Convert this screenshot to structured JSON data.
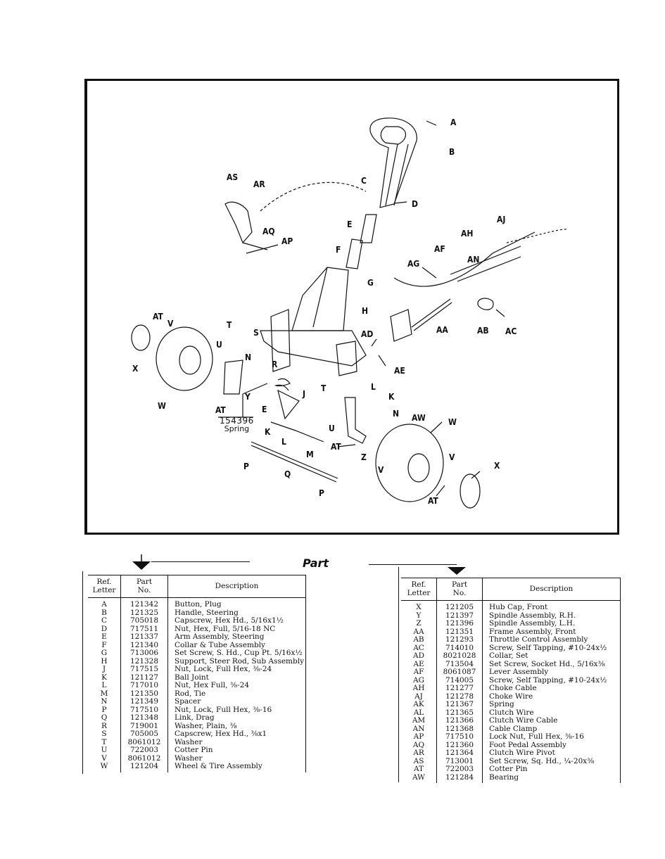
{
  "diagram": {
    "callouts": [
      "A",
      "B",
      "C",
      "D",
      "E",
      "F",
      "G",
      "H",
      "AS",
      "AR",
      "AQ",
      "AP",
      "AJ",
      "AH",
      "AF",
      "AG",
      "AN",
      "AA",
      "AB",
      "AC",
      "AD",
      "AE",
      "AT",
      "V",
      "T",
      "S",
      "U",
      "N",
      "R",
      "X",
      "W",
      "Y",
      "J",
      "E",
      "K",
      "L",
      "M",
      "Q",
      "P",
      "P",
      "Z",
      "AW",
      "W",
      "V",
      "X",
      "AT",
      "AT",
      "L",
      "K",
      "N",
      "T",
      "U",
      "AT",
      "V"
    ],
    "spring_callout": {
      "part_no": "154396",
      "label": "Spring"
    }
  },
  "part_heading": "Part",
  "tables": {
    "left": {
      "headers": {
        "ref": "Ref.\nLetter",
        "part_no": "Part\nNo.",
        "description": "Description"
      },
      "rows": [
        {
          "ref": "A",
          "part_no": "121342",
          "desc": "Button, Plug"
        },
        {
          "ref": "B",
          "part_no": "121325",
          "desc": "Handle, Steering"
        },
        {
          "ref": "C",
          "part_no": "705018",
          "desc": "Capscrew, Hex Hd., 5/16x1½"
        },
        {
          "ref": "D",
          "part_no": "717511",
          "desc": "Nut, Hex, Full, 5/16-18 NC"
        },
        {
          "ref": "E",
          "part_no": "121337",
          "desc": "Arm Assembly, Steering"
        },
        {
          "ref": "F",
          "part_no": "121340",
          "desc": "Collar & Tube Assembly"
        },
        {
          "ref": "G",
          "part_no": "713006",
          "desc": "Set Screw, S. Hd., Cup Pt. 5/16x½"
        },
        {
          "ref": "H",
          "part_no": "121328",
          "desc": "Support, Steer Rod, Sub Assembly"
        },
        {
          "ref": "J",
          "part_no": "717515",
          "desc": "Nut, Lock, Full Hex, ⅜-24"
        },
        {
          "ref": "K",
          "part_no": "121127",
          "desc": "Ball Joint"
        },
        {
          "ref": "L",
          "part_no": "717010",
          "desc": "Nut, Hex Full, ⅜-24"
        },
        {
          "ref": "M",
          "part_no": "121350",
          "desc": "Rod, Tie"
        },
        {
          "ref": "N",
          "part_no": "121349",
          "desc": "Spacer"
        },
        {
          "ref": "P",
          "part_no": "717510",
          "desc": "Nut, Lock, Full Hex, ⅜-16"
        },
        {
          "ref": "Q",
          "part_no": "121348",
          "desc": "Link, Drag"
        },
        {
          "ref": "R",
          "part_no": "719001",
          "desc": "Washer, Plain, ⅜"
        },
        {
          "ref": "S",
          "part_no": "705005",
          "desc": "Capscrew, Hex Hd., ⅜x1"
        },
        {
          "ref": "T",
          "part_no": "8061012",
          "desc": "Washer"
        },
        {
          "ref": "U",
          "part_no": "722003",
          "desc": "Cotter Pin"
        },
        {
          "ref": "V",
          "part_no": "8061012",
          "desc": "Washer"
        },
        {
          "ref": "W",
          "part_no": "121204",
          "desc": "Wheel & Tire Assembly"
        }
      ]
    },
    "right": {
      "headers": {
        "ref": "Ref.\nLetter",
        "part_no": "Part\nNo.",
        "description": "Description"
      },
      "rows": [
        {
          "ref": "X",
          "part_no": "121205",
          "desc": "Hub Cap, Front"
        },
        {
          "ref": "Y",
          "part_no": "121397",
          "desc": "Spindle Assembly, R.H."
        },
        {
          "ref": "Z",
          "part_no": "121396",
          "desc": "Spindle Assembly, L.H."
        },
        {
          "ref": "AA",
          "part_no": "121351",
          "desc": "Frame Assembly, Front"
        },
        {
          "ref": "AB",
          "part_no": "121293",
          "desc": "Throttle Control Assembly"
        },
        {
          "ref": "AC",
          "part_no": "714010",
          "desc": "Screw, Self Tapping, #10-24x½"
        },
        {
          "ref": "AD",
          "part_no": "8021028",
          "desc": "Collar, Set"
        },
        {
          "ref": "AE",
          "part_no": "713504",
          "desc": "Set Screw, Socket Hd., 5/16x⅜"
        },
        {
          "ref": "AF",
          "part_no": "8061087",
          "desc": "Lever Assembly"
        },
        {
          "ref": "AG",
          "part_no": "714005",
          "desc": "Screw, Self Tapping, #10-24x½"
        },
        {
          "ref": "AH",
          "part_no": "121277",
          "desc": "Choke Cable"
        },
        {
          "ref": "AJ",
          "part_no": "121278",
          "desc": "Choke Wire"
        },
        {
          "ref": "AK",
          "part_no": "121367",
          "desc": "Spring"
        },
        {
          "ref": "AL",
          "part_no": "121365",
          "desc": "Clutch Wire"
        },
        {
          "ref": "AM",
          "part_no": "121366",
          "desc": "Clutch Wire Cable"
        },
        {
          "ref": "AN",
          "part_no": "121368",
          "desc": "Cable Clamp"
        },
        {
          "ref": "AP",
          "part_no": "717510",
          "desc": "Lock Nut, Full Hex, ⅜-16"
        },
        {
          "ref": "AQ",
          "part_no": "121360",
          "desc": "Foot Pedal Assembly"
        },
        {
          "ref": "AR",
          "part_no": "121364",
          "desc": "Clutch Wire Pivot"
        },
        {
          "ref": "AS",
          "part_no": "713001",
          "desc": "Set Screw, Sq. Hd., ¼-20x⅜"
        },
        {
          "ref": "AT",
          "part_no": "722003",
          "desc": "Cotter Pin"
        },
        {
          "ref": "AW",
          "part_no": "121284",
          "desc": "Bearing"
        }
      ]
    }
  }
}
